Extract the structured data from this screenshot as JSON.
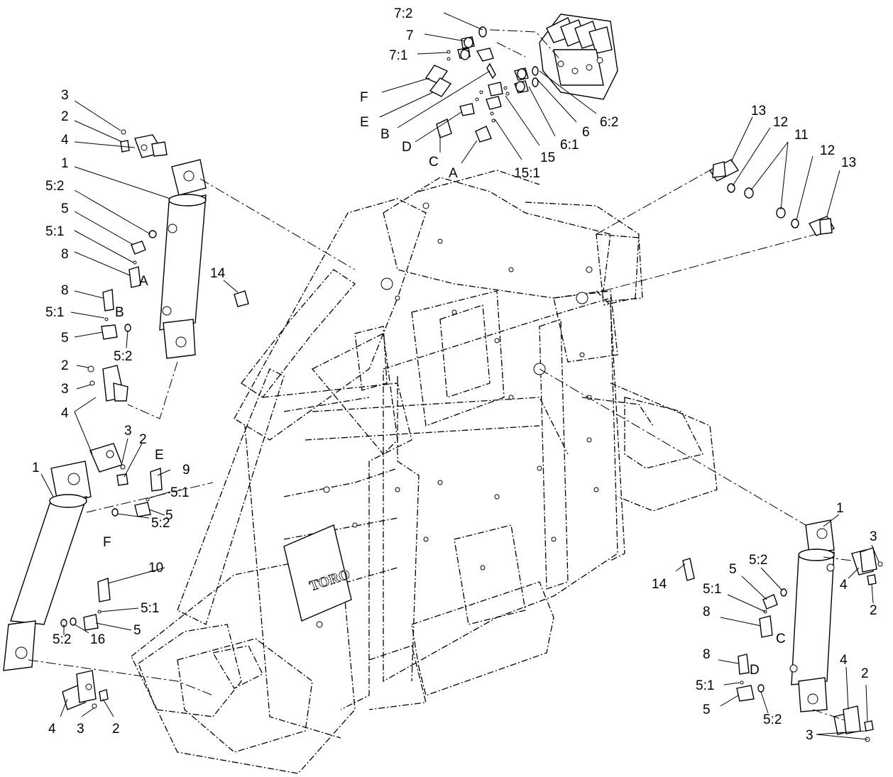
{
  "logo_text": "TORO",
  "callouts": {
    "valve": [
      "7:2",
      "7",
      "7:1",
      "F",
      "E",
      "B",
      "D",
      "C",
      "A",
      "15:1",
      "15",
      "6:1",
      "6",
      "6:2"
    ],
    "clamps": [
      "13",
      "12",
      "11",
      "12",
      "13"
    ],
    "upper_left": [
      "3",
      "2",
      "4",
      "1",
      "5:2",
      "5",
      "5:1",
      "8",
      "A",
      "8",
      "B",
      "5:1",
      "5",
      "5:2",
      "2",
      "3",
      "4"
    ],
    "lower_left": [
      "3",
      "2",
      "E",
      "9",
      "1",
      "5:1",
      "5",
      "5:2",
      "F",
      "10",
      "5:1",
      "5",
      "5:2",
      "16",
      "4",
      "3",
      "2"
    ],
    "pin": [
      "14",
      "14"
    ],
    "right": [
      "1",
      "3",
      "5:2",
      "5",
      "4",
      "5:1",
      "2",
      "8",
      "C",
      "4",
      "2",
      "8",
      "D",
      "5:1",
      "5",
      "5:2",
      "3"
    ]
  }
}
